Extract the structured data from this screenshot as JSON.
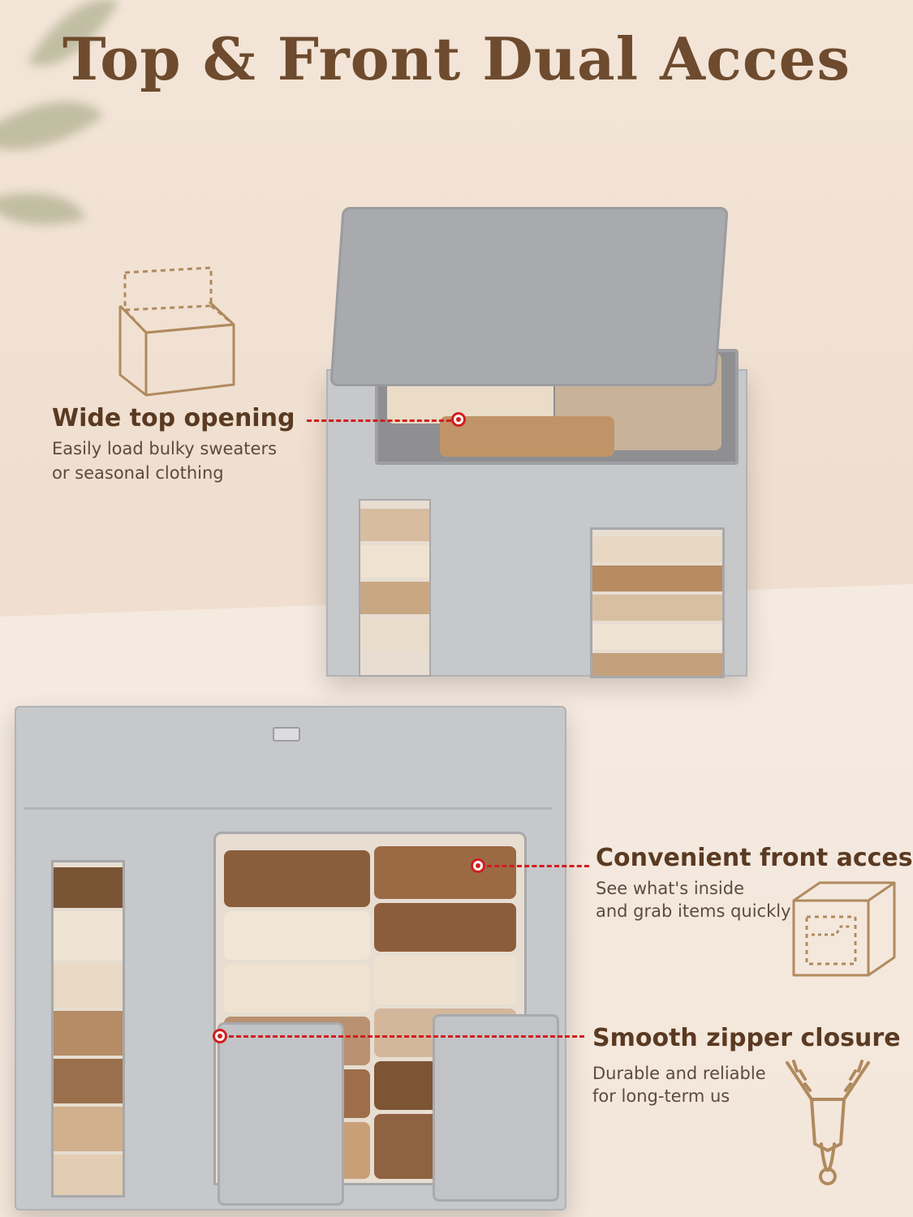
{
  "title": "Top & Front Dual Acces",
  "features": [
    {
      "title": "Wide top opening",
      "lines": [
        "Easily load bulky sweaters",
        "or seasonal clothing"
      ],
      "icon": "open-top-box-icon"
    },
    {
      "title": "Convenient front access",
      "lines": [
        "See what's inside",
        "and grab items quickly"
      ],
      "icon": "front-window-box-icon"
    },
    {
      "title": "Smooth zipper closure",
      "lines": [
        "Durable and reliable",
        "for long-term us"
      ],
      "icon": "zipper-icon"
    }
  ],
  "colors": {
    "title": "#6e4b2e",
    "feature_title": "#5a3a22",
    "accent_red": "#d11e1e",
    "icon_tan": "#b08a5e"
  }
}
